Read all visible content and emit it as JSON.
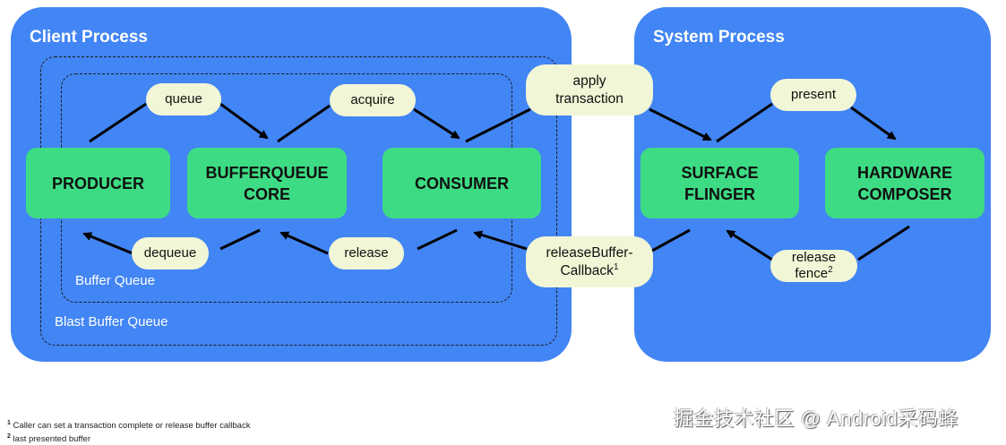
{
  "client_process": {
    "title": "Client Process",
    "blast_label": "Blast Buffer Queue",
    "buffer_queue_label": "Buffer Queue",
    "nodes": {
      "producer": "PRODUCER",
      "bufferqueue_core": "BUFFERQUEUE\nCORE",
      "consumer": "CONSUMER"
    },
    "edges": {
      "queue": "queue",
      "acquire": "acquire",
      "dequeue": "dequeue",
      "release": "release"
    }
  },
  "system_process": {
    "title": "System Process",
    "nodes": {
      "surface_flinger": "SURFACE\nFLINGER",
      "hardware_composer": "HARDWARE\nCOMPOSER"
    },
    "edges": {
      "present": "present",
      "release_fence": "release",
      "release_fence_line2": "fence",
      "release_fence_sup": "2"
    }
  },
  "cross_edges": {
    "apply_transaction_line1": "apply",
    "apply_transaction_line2": "transaction",
    "release_callback_line1": "releaseBuffer-",
    "release_callback_line2": "Callback",
    "release_callback_sup": "1"
  },
  "footnotes": {
    "one_marker": "1",
    "one_text": "Caller can set a transaction complete or release buffer callback",
    "two_marker": "2",
    "two_text": "last presented buffer"
  },
  "watermark": "掘金技术社区 @ Android采码蜂"
}
